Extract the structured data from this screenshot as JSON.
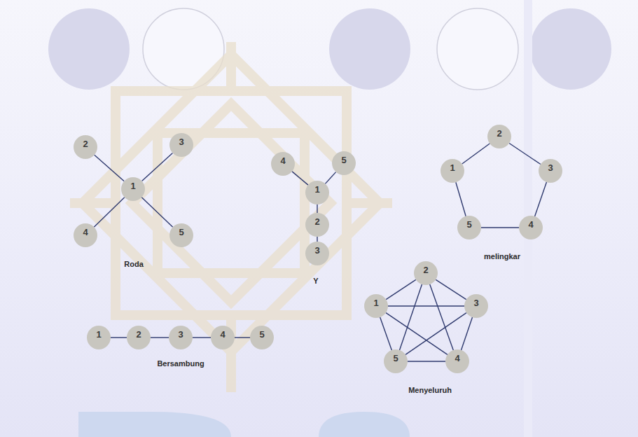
{
  "diagram": {
    "nodes": [
      {
        "text": [
          "2"
        ]
      },
      {
        "text": [
          "3"
        ]
      },
      {
        "text": [
          "1"
        ]
      },
      {
        "text": [
          "4"
        ]
      },
      {
        "text": [
          "5"
        ]
      },
      {
        "text": [
          "4"
        ]
      },
      {
        "text": [
          "5"
        ]
      },
      {
        "text": [
          "1"
        ]
      },
      {
        "text": [
          "2"
        ]
      },
      {
        "text": [
          "3"
        ]
      },
      {
        "text": [
          "2"
        ]
      },
      {
        "text": [
          "1"
        ]
      },
      {
        "text": [
          "3"
        ]
      },
      {
        "text": [
          "5"
        ]
      },
      {
        "text": [
          "4"
        ]
      },
      {
        "text": [
          "1"
        ]
      },
      {
        "text": [
          "2"
        ]
      },
      {
        "text": [
          "3"
        ]
      },
      {
        "text": [
          "4"
        ]
      },
      {
        "text": [
          "5"
        ]
      },
      {
        "text": [
          "2"
        ]
      },
      {
        "text": [
          "1"
        ]
      },
      {
        "text": [
          "3"
        ]
      },
      {
        "text": [
          "5"
        ]
      },
      {
        "text": [
          "4"
        ]
      }
    ],
    "edges": [
      {
        "from": 2,
        "to": 0,
        "arrow": "none"
      },
      {
        "from": 2,
        "to": 1,
        "arrow": "none"
      },
      {
        "from": 2,
        "to": 3,
        "arrow": "none"
      },
      {
        "from": 2,
        "to": 4,
        "arrow": "none"
      },
      {
        "from": 5,
        "to": 7,
        "arrow": "none"
      },
      {
        "from": 6,
        "to": 7,
        "arrow": "none"
      },
      {
        "from": 7,
        "to": 8,
        "arrow": "none"
      },
      {
        "from": 8,
        "to": 9,
        "arrow": "none"
      },
      {
        "from": 11,
        "to": 10,
        "arrow": "none"
      },
      {
        "from": 10,
        "to": 12,
        "arrow": "none"
      },
      {
        "from": 12,
        "to": 14,
        "arrow": "none"
      },
      {
        "from": 14,
        "to": 13,
        "arrow": "none"
      },
      {
        "from": 13,
        "to": 11,
        "arrow": "none"
      },
      {
        "from": 15,
        "to": 16,
        "arrow": "none"
      },
      {
        "from": 16,
        "to": 17,
        "arrow": "none"
      },
      {
        "from": 17,
        "to": 18,
        "arrow": "none"
      },
      {
        "from": 18,
        "to": 19,
        "arrow": "none"
      },
      {
        "from": 20,
        "to": 21,
        "arrow": "none"
      },
      {
        "from": 20,
        "to": 22,
        "arrow": "none"
      },
      {
        "from": 20,
        "to": 23,
        "arrow": "none"
      },
      {
        "from": 20,
        "to": 24,
        "arrow": "none"
      },
      {
        "from": 21,
        "to": 22,
        "arrow": "none"
      },
      {
        "from": 21,
        "to": 23,
        "arrow": "none"
      },
      {
        "from": 21,
        "to": 24,
        "arrow": "none"
      },
      {
        "from": 22,
        "to": 23,
        "arrow": "none"
      },
      {
        "from": 22,
        "to": 24,
        "arrow": "none"
      },
      {
        "from": 23,
        "to": 24,
        "arrow": "none"
      }
    ],
    "labels": [
      "Roda",
      "Y",
      "melingkar",
      "Bersambung",
      "Menyeluruh"
    ]
  }
}
